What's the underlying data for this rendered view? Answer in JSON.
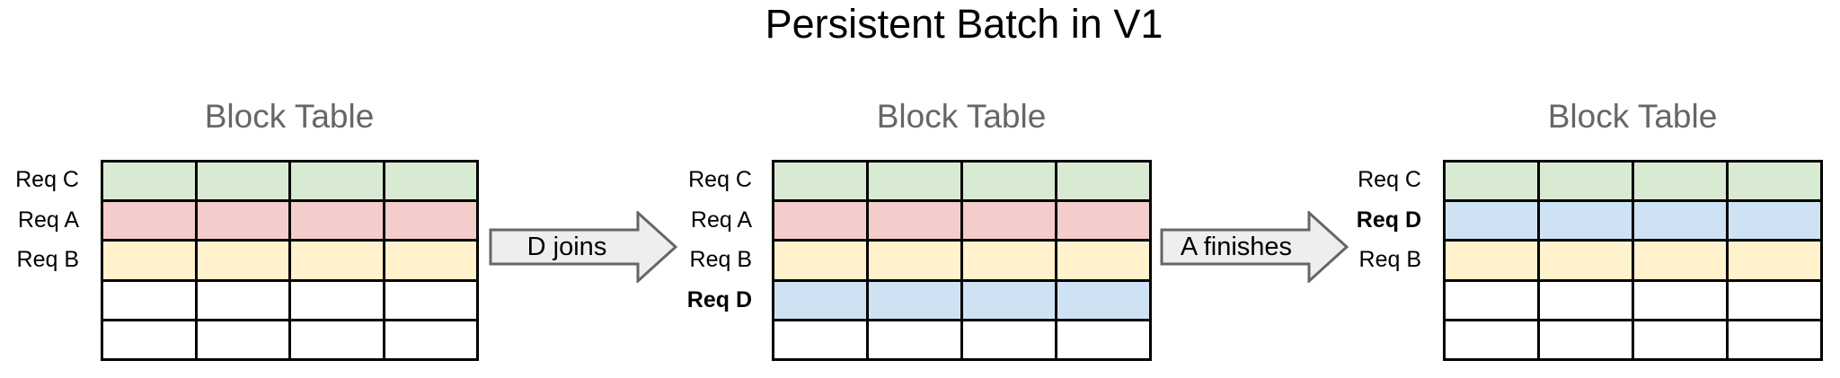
{
  "title": "Persistent Batch in V1",
  "colors": {
    "req_c_green": "#d9ead3",
    "req_a_pink": "#f4cccc",
    "req_b_yellow": "#fff2cc",
    "req_d_blue": "#cfe2f3",
    "empty_white": "#ffffff",
    "grid_border": "#000000",
    "table_title_gray": "#666666",
    "arrow_fill": "#eeeeee",
    "arrow_border": "#666666"
  },
  "tables": [
    {
      "title": "Block Table",
      "columns": 4,
      "rows": [
        {
          "label": "Req C",
          "bold": false,
          "color": "#d9ead3"
        },
        {
          "label": "Req A",
          "bold": false,
          "color": "#f4cccc"
        },
        {
          "label": "Req B",
          "bold": false,
          "color": "#fff2cc"
        },
        {
          "label": "",
          "bold": false,
          "color": "#ffffff"
        },
        {
          "label": "",
          "bold": false,
          "color": "#ffffff"
        }
      ]
    },
    {
      "title": "Block Table",
      "columns": 4,
      "rows": [
        {
          "label": "Req C",
          "bold": false,
          "color": "#d9ead3"
        },
        {
          "label": "Req A",
          "bold": false,
          "color": "#f4cccc"
        },
        {
          "label": "Req B",
          "bold": false,
          "color": "#fff2cc"
        },
        {
          "label": "Req D",
          "bold": true,
          "color": "#cfe2f3"
        },
        {
          "label": "",
          "bold": false,
          "color": "#ffffff"
        }
      ]
    },
    {
      "title": "Block Table",
      "columns": 4,
      "rows": [
        {
          "label": "Req C",
          "bold": false,
          "color": "#d9ead3"
        },
        {
          "label": "Req D",
          "bold": true,
          "color": "#cfe2f3"
        },
        {
          "label": "Req B",
          "bold": false,
          "color": "#fff2cc"
        },
        {
          "label": "",
          "bold": false,
          "color": "#ffffff"
        },
        {
          "label": "",
          "bold": false,
          "color": "#ffffff"
        }
      ]
    }
  ],
  "arrows": [
    {
      "label": "D joins"
    },
    {
      "label": "A finishes"
    }
  ]
}
